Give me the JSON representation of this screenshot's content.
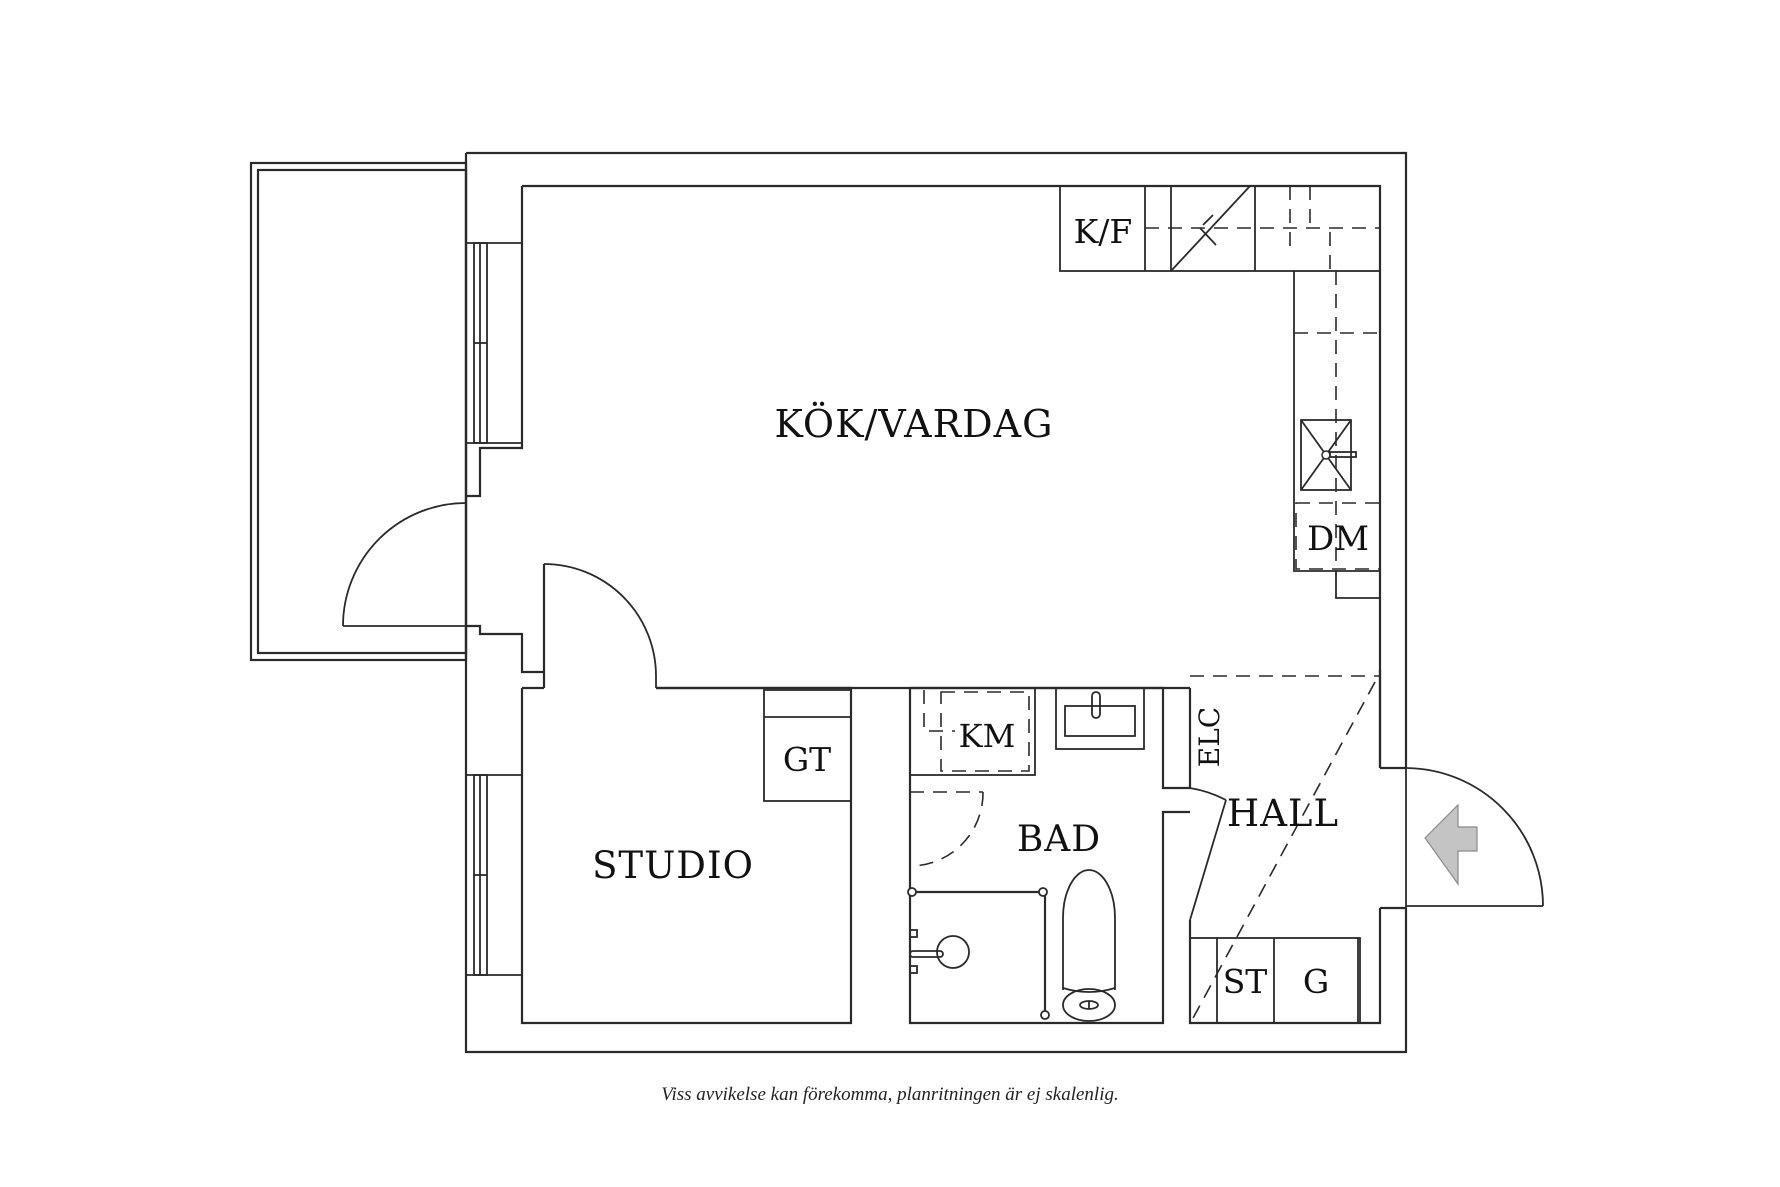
{
  "floorplan": {
    "rooms": [
      {
        "id": "kok_vardag",
        "label": "KÖK/VARDAG"
      },
      {
        "id": "studio",
        "label": "STUDIO"
      },
      {
        "id": "bad",
        "label": "BAD"
      },
      {
        "id": "hall",
        "label": "HALL"
      }
    ],
    "fixtures": {
      "kf": "K/F",
      "dm": "DM",
      "gt": "GT",
      "km": "KM",
      "elc": "ELC",
      "st": "ST",
      "g": "G"
    },
    "entrance_arrow_color": "#c4c4c4",
    "line_color": "#2a2a2a"
  },
  "caption": "Viss avvikelse kan förekomma, planritningen är ej skalenlig."
}
